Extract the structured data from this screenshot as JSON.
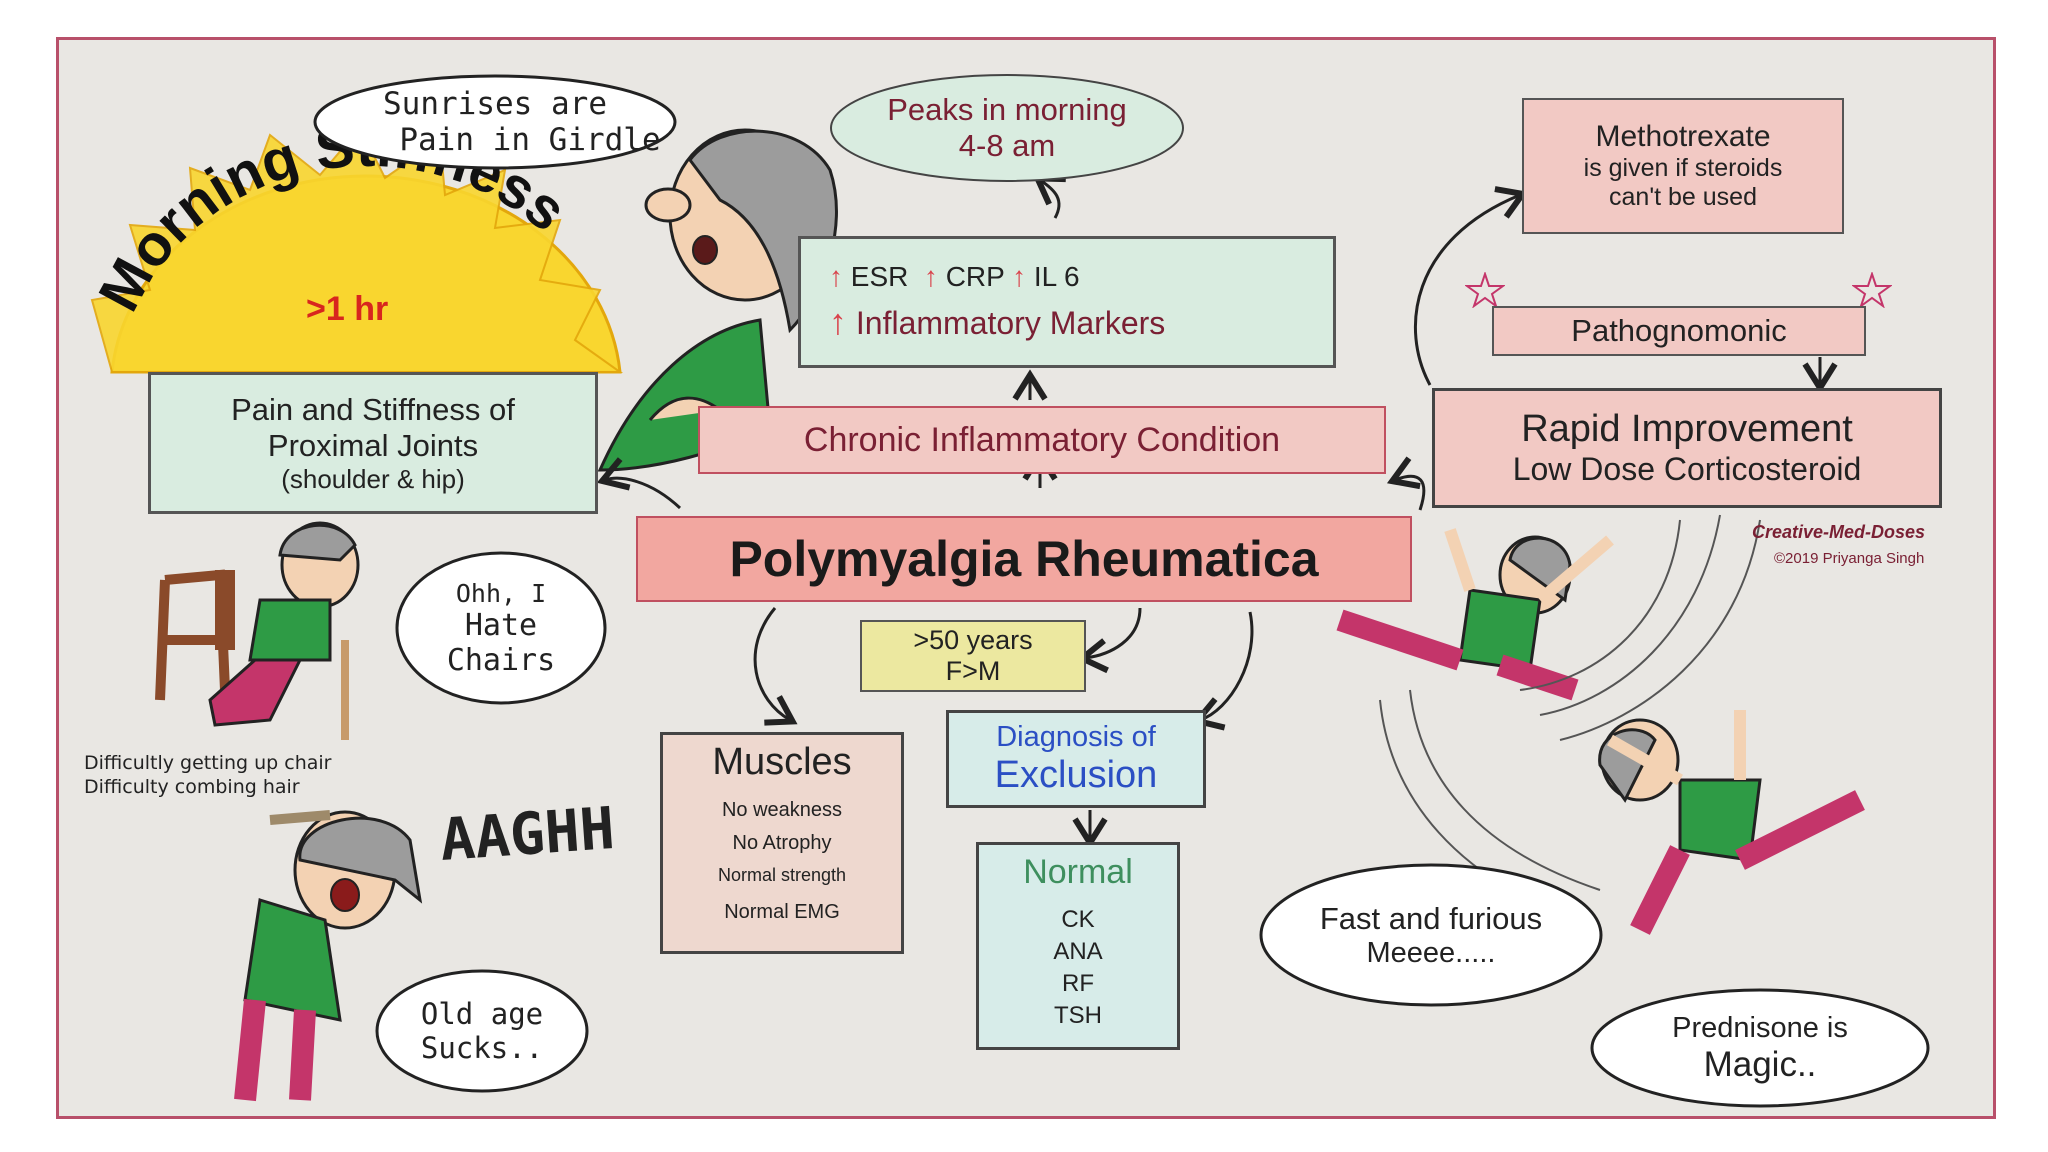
{
  "title": "Polymyalgia Rheumatica",
  "morning": {
    "arc_text": "Morning Stiffness",
    "duration": ">1 hr",
    "thought": [
      "Sunrises are",
      "Pain in Girdle"
    ]
  },
  "proximal": {
    "line1": "Pain and Stiffness of",
    "line2": "Proximal Joints",
    "line3": "(shoulder & hip)"
  },
  "chairs": {
    "bubble": [
      "Ohh, I",
      "Hate",
      "Chairs"
    ],
    "difficulty1": "Difficultly getting up chair",
    "difficulty2": "Difficulty combing hair"
  },
  "comb": {
    "shout": "AAGHH",
    "bubble": [
      "Old age",
      "Sucks.."
    ]
  },
  "peaks": {
    "line1": "Peaks in morning",
    "line2": "4-8 am"
  },
  "markers": {
    "esr": "ESR",
    "crp": "CRP",
    "il6": "IL 6",
    "label": "Inflammatory Markers"
  },
  "chronic": "Chronic Inflammatory Condition",
  "demographics": {
    "age": ">50 years",
    "sex": "F>M"
  },
  "muscles": {
    "title": "Muscles",
    "items": [
      "No weakness",
      "No Atrophy",
      "Normal strength",
      "Normal EMG"
    ]
  },
  "exclusion": {
    "line1": "Diagnosis of",
    "line2": "Exclusion"
  },
  "normal": {
    "title": "Normal",
    "items": [
      "CK",
      "ANA",
      "RF",
      "TSH"
    ]
  },
  "methotrexate": {
    "line1": "Methotrexate",
    "line2": "is given if steroids",
    "line3": "can't be used"
  },
  "pathognomonic": "Pathognomonic",
  "rapid": {
    "line1": "Rapid Improvement",
    "line2": "Low Dose Corticosteroid"
  },
  "credit": {
    "brand": "Creative-Med-Doses",
    "copyright": "©2019 Priyanga Singh"
  },
  "fast": [
    "Fast and furious",
    "Meeee....."
  ],
  "prednisone": [
    "Prednisone is",
    "Magic.."
  ],
  "colors": {
    "border": "#b8506a",
    "background": "#e9e7e3",
    "green_box": "#d9ece0",
    "pink_box": "#f2c9c4",
    "red_text": "#7a2034",
    "blue_text": "#2b4fc4",
    "green_text": "#3e8f5e",
    "arrow_red": "#d9434c"
  }
}
